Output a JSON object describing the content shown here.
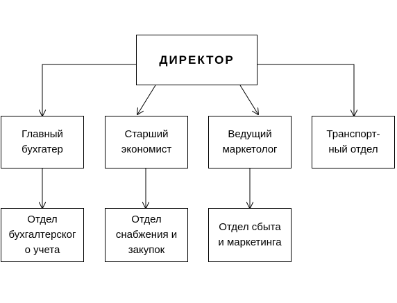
{
  "diagram": {
    "director": "ДИРЕКТОР",
    "level1": [
      "Главный\nбухгатер",
      "Старший\nэкономист",
      "Ведущий\nмаркетолог",
      "Транспорт-\nный отдел"
    ],
    "level2": [
      "Отдел\nбухгалтерског\nо учета",
      "Отдел\nснабжения и\nзакупок",
      "Отдел сбыта\nи маркетинга"
    ]
  }
}
